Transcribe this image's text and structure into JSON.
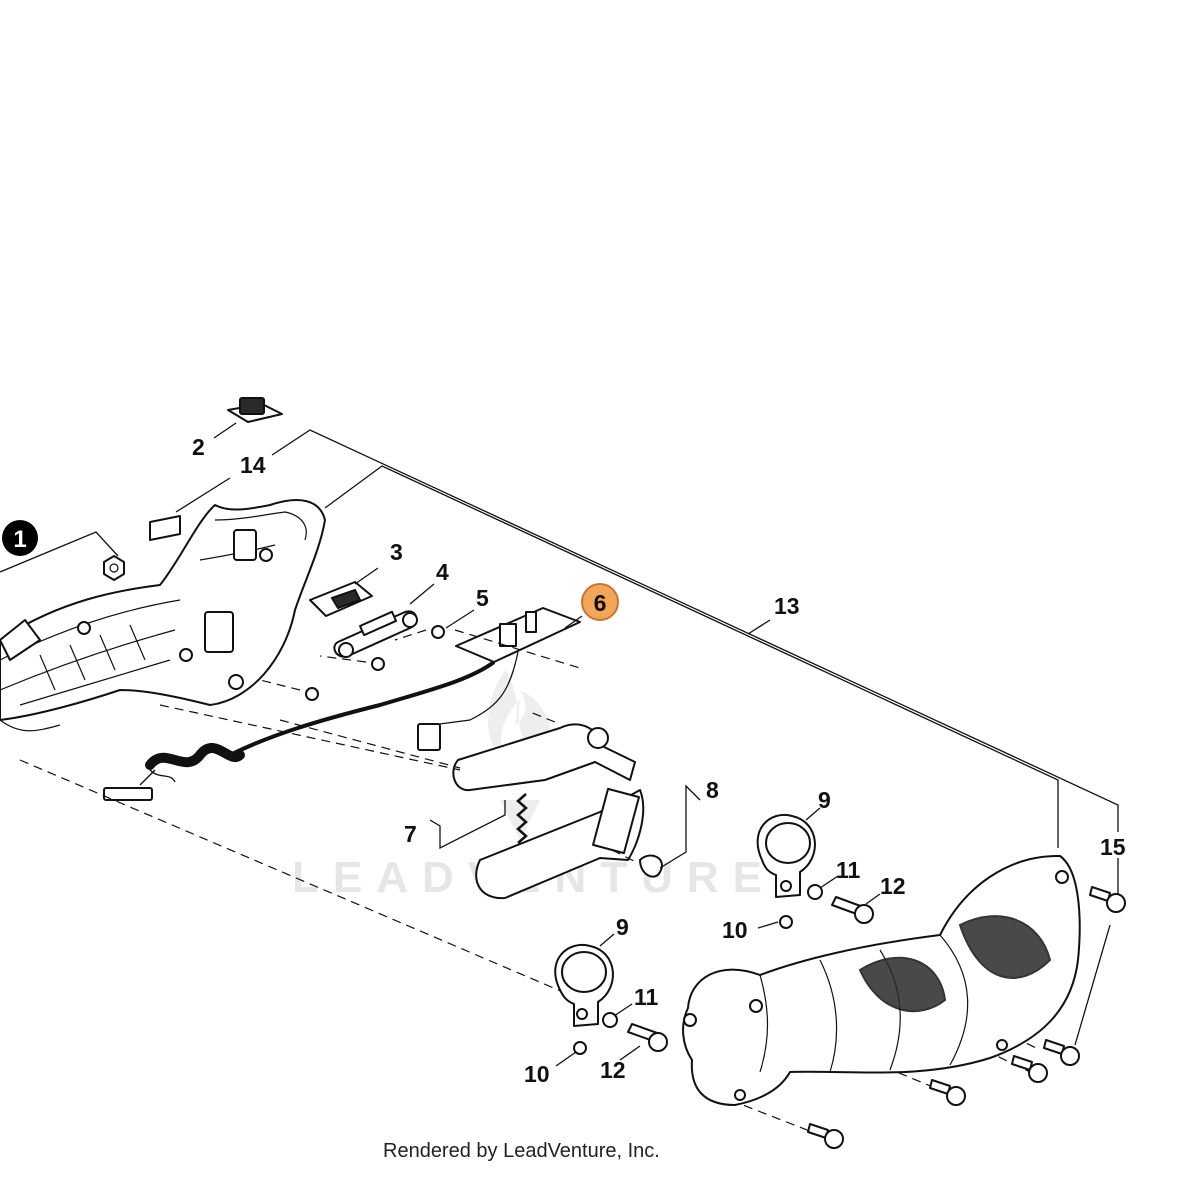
{
  "callouts": {
    "c1": "1",
    "c2": "2",
    "c3": "3",
    "c4": "4",
    "c5": "5",
    "c6": "6",
    "c7": "7",
    "c8": "8",
    "c9a": "9",
    "c9b": "9",
    "c10a": "10",
    "c10b": "10",
    "c11a": "11",
    "c11b": "11",
    "c12a": "12",
    "c12b": "12",
    "c13": "13",
    "c14": "14",
    "c15": "15"
  },
  "highlight_color": "#f2a65a",
  "highlight_stroke": "#c87533",
  "watermark": "LEADVENTURE",
  "footer": "Rendered by LeadVenture, Inc."
}
